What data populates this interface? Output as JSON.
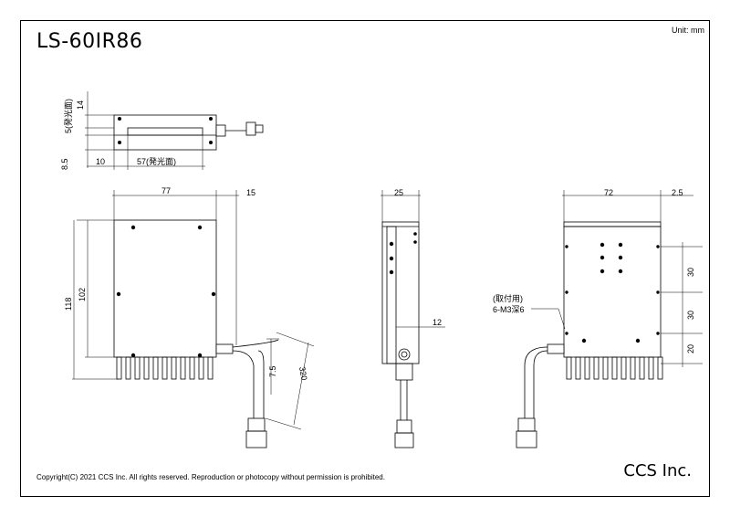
{
  "header": {
    "title": "LS-60IR86",
    "unit": "Unit: mm"
  },
  "footer": {
    "copyright": "Copyright(C) 2021 CCS Inc. All rights reserved. Reproduction or photocopy without permission is prohibited.",
    "company": "CCS Inc."
  },
  "dims": {
    "top_view": {
      "d14": "14",
      "d5": "5(発光面)",
      "d8_5": "8.5",
      "d10": "10",
      "d57": "57(発光面)"
    },
    "front_view": {
      "d77": "77",
      "d15": "15",
      "d102": "102",
      "d118": "118",
      "d320": "320",
      "d320_tol": "+20\n0",
      "d7_5": "7.5"
    },
    "side_view": {
      "d25": "25",
      "d12": "12"
    },
    "back_view": {
      "d72": "72",
      "d2_5": "2.5",
      "d30a": "30",
      "d30b": "30",
      "d20": "20",
      "mount_label": "(取付用)",
      "mount_spec": "6-M3深6"
    }
  }
}
